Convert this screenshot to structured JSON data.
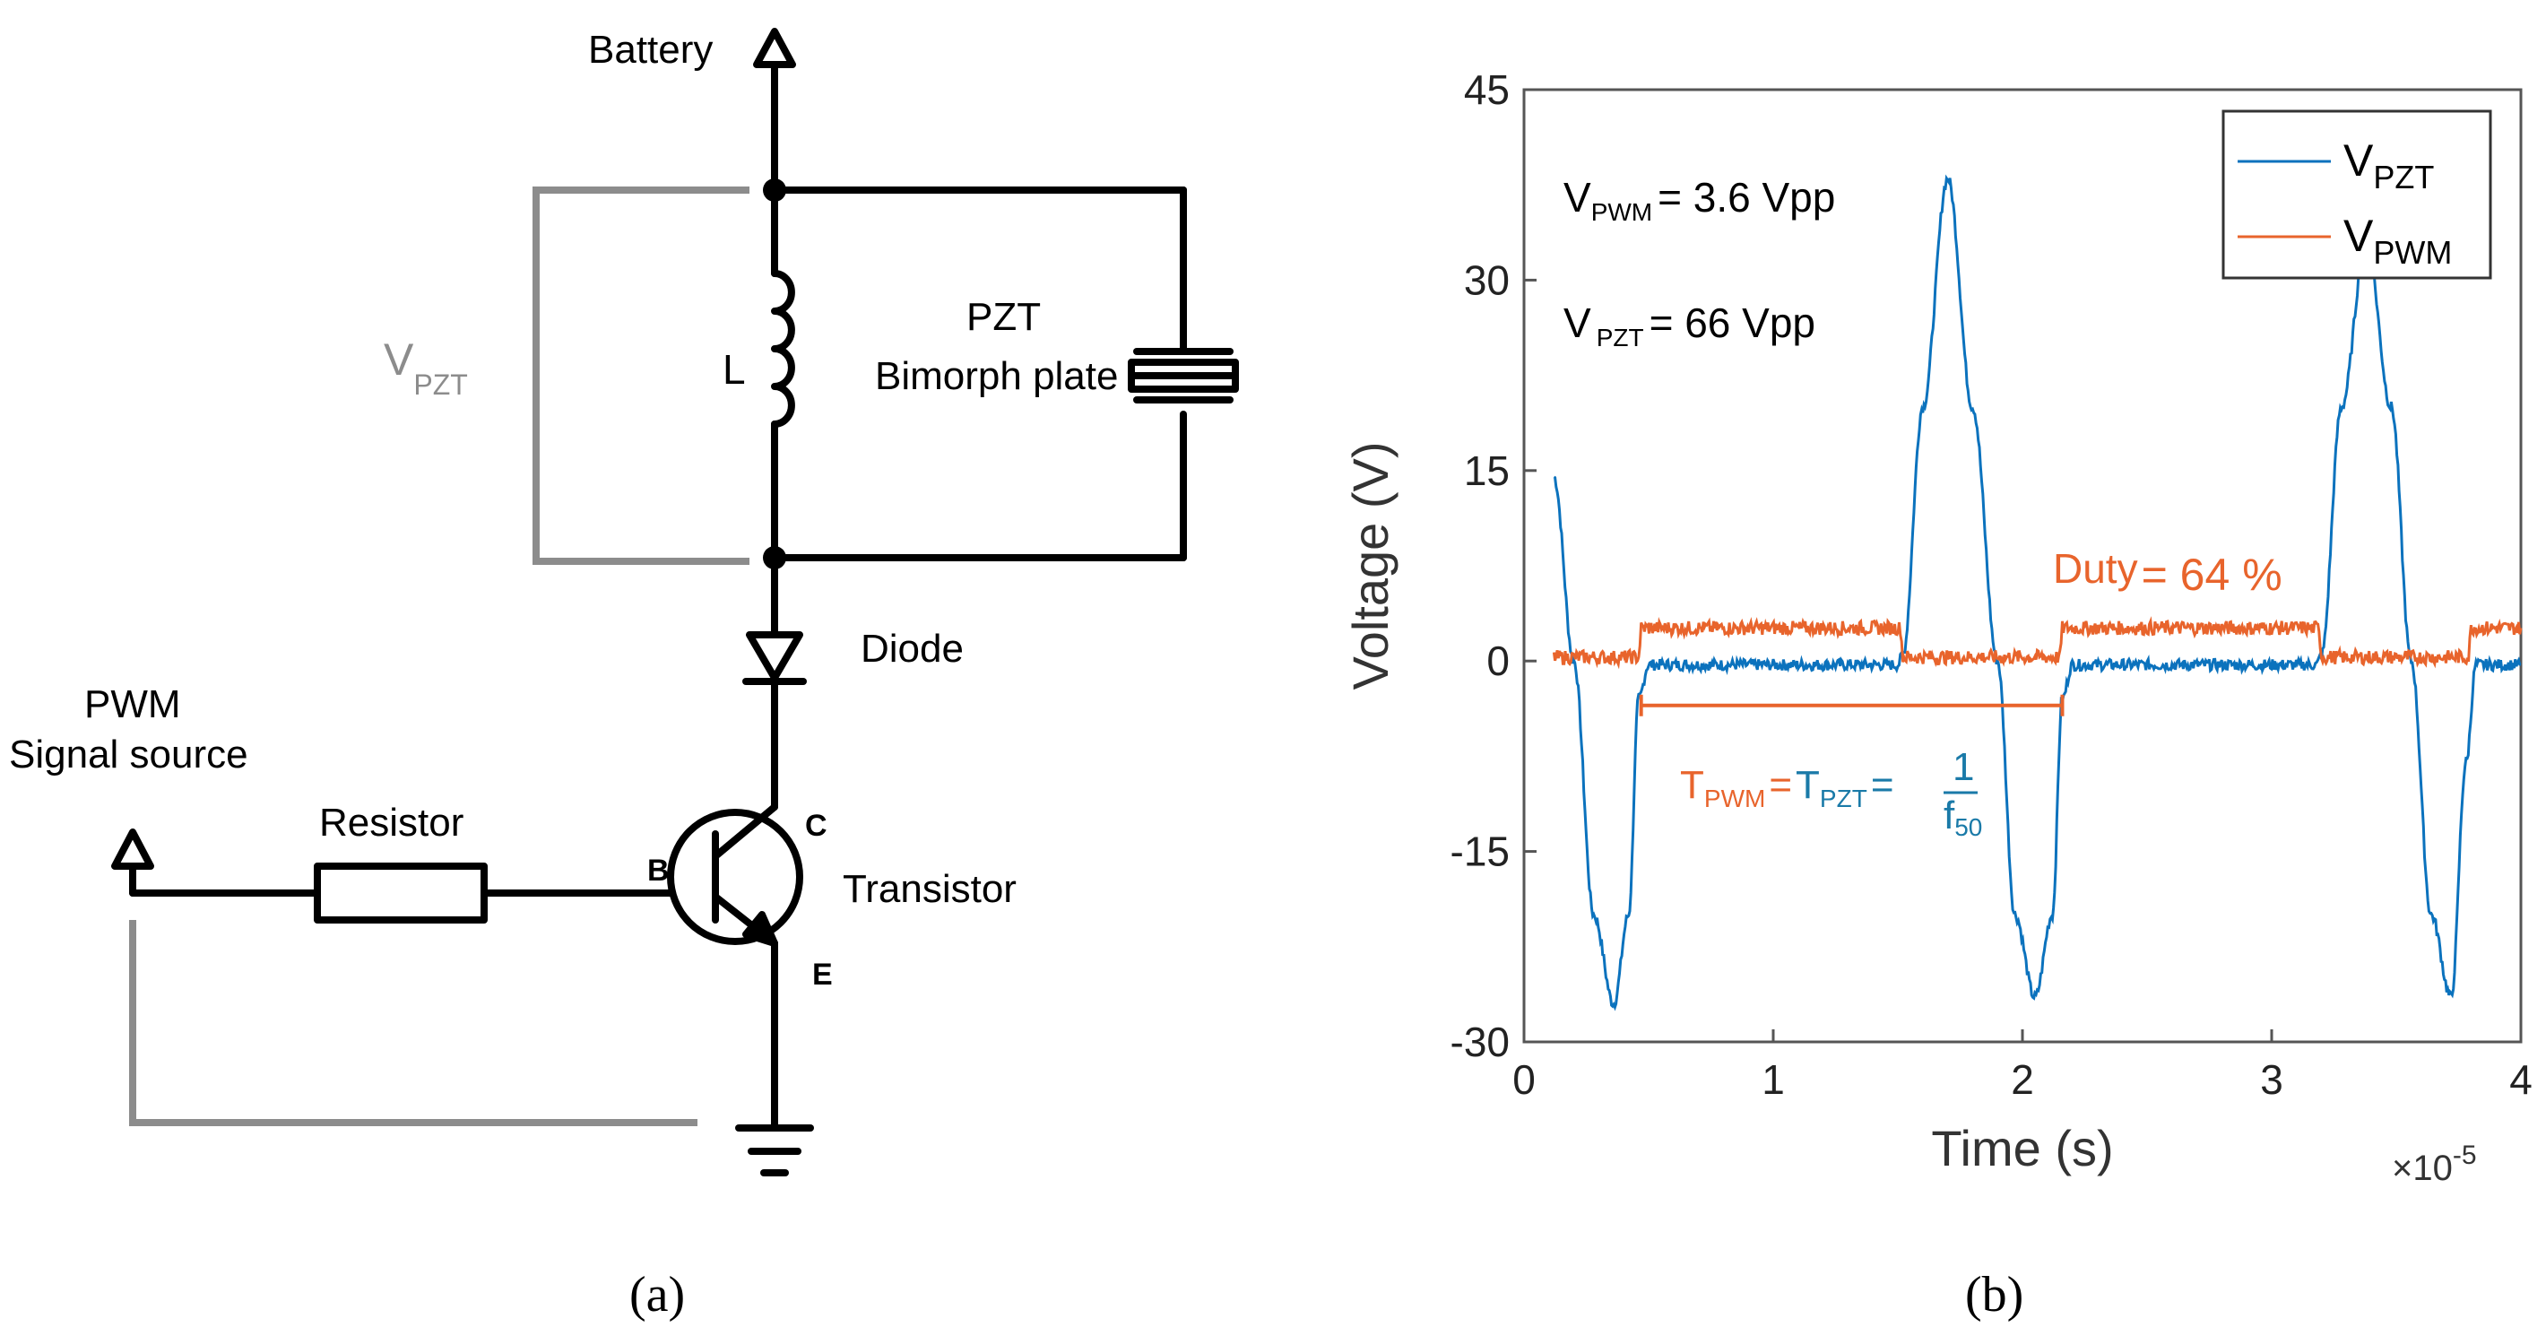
{
  "panel_a": {
    "caption": "(a)",
    "labels": {
      "battery": "Battery",
      "vpzt_main": "V",
      "vpzt_sub": "PZT",
      "inductor": "L",
      "pzt_line1": "PZT",
      "pzt_line2": "Bimorph plate",
      "diode": "Diode",
      "pwm_line1": "PWM",
      "pwm_line2": "Signal source",
      "resistor": "Resistor",
      "base": "B",
      "collector": "C",
      "emitter": "E",
      "transistor": "Transistor"
    }
  },
  "panel_b": {
    "caption": "(b)",
    "annotations": {
      "vpwm_main": "V",
      "vpwm_sub": "PWM",
      "vpwm_value": "= 3.6 Vpp",
      "vpzt_main": "V",
      "vpzt_sub": "PZT",
      "vpzt_value": "= 66 Vpp",
      "duty": "Duty",
      "duty_value": "= 64 %",
      "tpwm_main": "T",
      "tpwm_sub": "PWM",
      "eq1": "=",
      "tpzt_main": "T",
      "tpzt_sub": "PZT",
      "eq2": "=",
      "frac_num": "1",
      "frac_den_main": "f",
      "frac_den_sub": "50",
      "exponent_base": "×10",
      "exponent_power": "-5"
    },
    "legend": [
      {
        "main": "V",
        "sub": "PZT"
      },
      {
        "main": "V",
        "sub": "PWM"
      }
    ],
    "colors": {
      "vpzt": "#0b72bd",
      "vpwm": "#e8642c",
      "vpzt_label": "#1a7aa8",
      "vpwm_label": "#e8642c"
    }
  },
  "chart_data": {
    "type": "line",
    "title": "",
    "xlabel": "Time (s)",
    "ylabel": "Voltage (V)",
    "x_scale_note": "×10^-5",
    "xlim": [
      0,
      4
    ],
    "ylim": [
      -30,
      45
    ],
    "xticks": [
      0,
      1,
      2,
      3,
      4
    ],
    "yticks": [
      -30,
      -15,
      0,
      15,
      30,
      45
    ],
    "grid": false,
    "legend_position": "top-right",
    "series": [
      {
        "name": "V_PZT",
        "color": "#0b72bd",
        "x": [
          0.12,
          0.2,
          0.28,
          0.36,
          0.42,
          0.46,
          0.5,
          1.0,
          1.5,
          1.52,
          1.6,
          1.7,
          1.8,
          1.9,
          1.97,
          2.05,
          2.12,
          2.16,
          2.2,
          2.6,
          3.18,
          3.2,
          3.28,
          3.38,
          3.48,
          3.56,
          3.64,
          3.72,
          3.78,
          3.82,
          4.0
        ],
        "y": [
          14.5,
          0,
          -20,
          -27,
          -20,
          -3,
          -0.3,
          -0.3,
          -0.3,
          0.5,
          20,
          38,
          20,
          0,
          -20,
          -26.5,
          -20,
          -3,
          -0.3,
          -0.3,
          -0.3,
          0.5,
          20,
          33,
          20,
          0,
          -20,
          -26.5,
          -8,
          -0.3,
          -0.3
        ]
      },
      {
        "name": "V_PWM",
        "color": "#e8642c",
        "x": [
          0.12,
          0.46,
          0.47,
          1.51,
          1.52,
          2.15,
          2.16,
          3.19,
          3.2,
          3.79,
          3.8,
          4.0
        ],
        "y": [
          0.3,
          0.3,
          2.6,
          2.6,
          0.3,
          0.3,
          2.6,
          2.6,
          0.3,
          0.3,
          2.6,
          2.6
        ]
      }
    ],
    "period_marker": {
      "x_start": 0.47,
      "x_end": 2.16,
      "y": -3.5
    }
  }
}
